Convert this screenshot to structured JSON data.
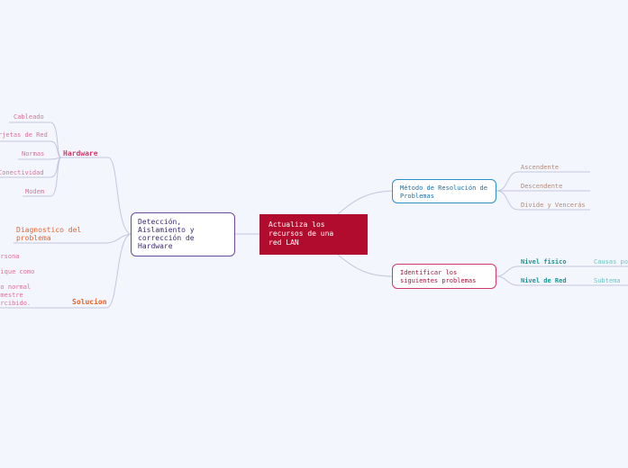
{
  "central": "Actualiza los\nrecursos de una\nred LAN",
  "left": {
    "main": "Detección,\nAislamiento y\ncorrección de\nHardware",
    "hardware": {
      "label": "Hardware",
      "items": [
        "Cableado",
        "rjetas de Red",
        "Normas",
        "Conectividad",
        "Modem"
      ]
    },
    "diagnostico": "Diagnostico del\nproblema",
    "solucion": {
      "label": "Solucion",
      "text": " persona\n el\nplique como\n\nnto normal\n demestre\n percibido."
    }
  },
  "right": {
    "metodo": {
      "label": "Método de Resolución de\nProblemas",
      "items": [
        "Ascendente",
        "Descendente",
        "Divide y Vencerás"
      ]
    },
    "identificar": {
      "label": "Identificar los\nsiguientes problemas",
      "niveles": [
        {
          "label": "Nivel fisico",
          "sub": "Causas po"
        },
        {
          "label": "Nivel de Red",
          "sub": "Subtema"
        }
      ]
    }
  },
  "colors": {
    "central": "#b10c2e",
    "detection": "#6a4a9e",
    "metodo": "#2b8fc9",
    "identificar": "#d2386c",
    "hardware": "#d2386c",
    "diagnostico": "#e5632a",
    "nivel": "#1a9494",
    "line": "#c4c7dc"
  }
}
